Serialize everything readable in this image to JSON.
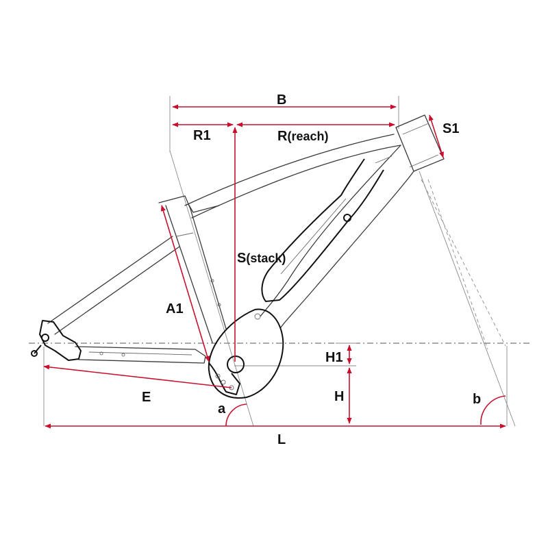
{
  "diagram": {
    "labels": {
      "B": "B",
      "R1": "R1",
      "R_main": "R",
      "R_sub": "(reach)",
      "S1": "S1",
      "S_main": "S",
      "S_sub": "(stack)",
      "A1": "A1",
      "H1": "H1",
      "H": "H",
      "E": "E",
      "a": "a",
      "b": "b",
      "L": "L"
    },
    "colors": {
      "dimension": "#c8102e",
      "frame": "#3a3a3a",
      "text": "#111111"
    }
  }
}
